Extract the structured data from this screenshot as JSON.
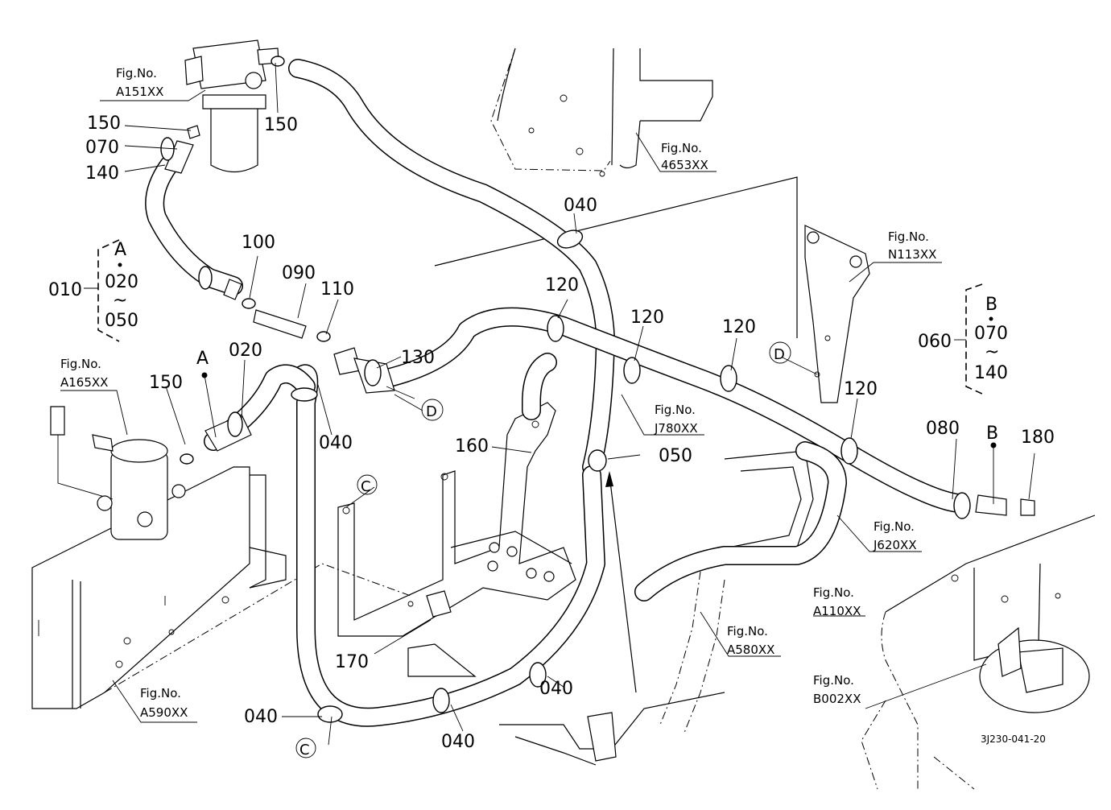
{
  "diagram": {
    "type": "exploded parts diagram - fuel hose routing",
    "drawing_code": "3J230-041-20",
    "part_labels": [
      {
        "id": "p150a",
        "text": "150"
      },
      {
        "id": "p150b",
        "text": "150"
      },
      {
        "id": "p070",
        "text": "070"
      },
      {
        "id": "p140",
        "text": "140"
      },
      {
        "id": "p100",
        "text": "100"
      },
      {
        "id": "p090",
        "text": "090"
      },
      {
        "id": "p110",
        "text": "110"
      },
      {
        "id": "p010",
        "text": "010"
      },
      {
        "id": "p150c",
        "text": "150"
      },
      {
        "id": "p020",
        "text": "020"
      },
      {
        "id": "p130",
        "text": "130"
      },
      {
        "id": "p040a",
        "text": "040"
      },
      {
        "id": "p040b",
        "text": "040"
      },
      {
        "id": "p040c",
        "text": "040"
      },
      {
        "id": "p040d",
        "text": "040"
      },
      {
        "id": "p040e",
        "text": "040"
      },
      {
        "id": "p120a",
        "text": "120"
      },
      {
        "id": "p120b",
        "text": "120"
      },
      {
        "id": "p120c",
        "text": "120"
      },
      {
        "id": "p120d",
        "text": "120"
      },
      {
        "id": "p160",
        "text": "160"
      },
      {
        "id": "p170",
        "text": "170"
      },
      {
        "id": "p050",
        "text": "050"
      },
      {
        "id": "p060",
        "text": "060"
      },
      {
        "id": "p080",
        "text": "080"
      },
      {
        "id": "p180",
        "text": "180"
      }
    ],
    "assembly_groups": [
      {
        "id": "g010",
        "parent": "010",
        "ref": "A",
        "from": "020",
        "to": "050",
        "tilde": "~"
      },
      {
        "id": "g060",
        "parent": "060",
        "ref": "B",
        "from": "070",
        "to": "140",
        "tilde": "~"
      }
    ],
    "point_refs": [
      {
        "id": "refA",
        "text": "A"
      },
      {
        "id": "refB",
        "text": "B"
      }
    ],
    "circle_refs": [
      {
        "id": "circC1",
        "text": "C"
      },
      {
        "id": "circC2",
        "text": "C"
      },
      {
        "id": "circD1",
        "text": "D"
      },
      {
        "id": "circD2",
        "text": "D"
      }
    ],
    "fig_prefix": "Fig.No.",
    "figure_refs": [
      {
        "id": "A151XX",
        "code": "A151XX"
      },
      {
        "id": "4653XX",
        "code": "4653XX"
      },
      {
        "id": "N113XX",
        "code": "N113XX"
      },
      {
        "id": "A165XX",
        "code": "A165XX"
      },
      {
        "id": "J780XX",
        "code": "J780XX"
      },
      {
        "id": "J620XX",
        "code": "J620XX"
      },
      {
        "id": "A580XX",
        "code": "A580XX"
      },
      {
        "id": "A110XX",
        "code": "A110XX"
      },
      {
        "id": "B002XX",
        "code": "B002XX"
      },
      {
        "id": "A590XX",
        "code": "A590XX"
      }
    ]
  }
}
